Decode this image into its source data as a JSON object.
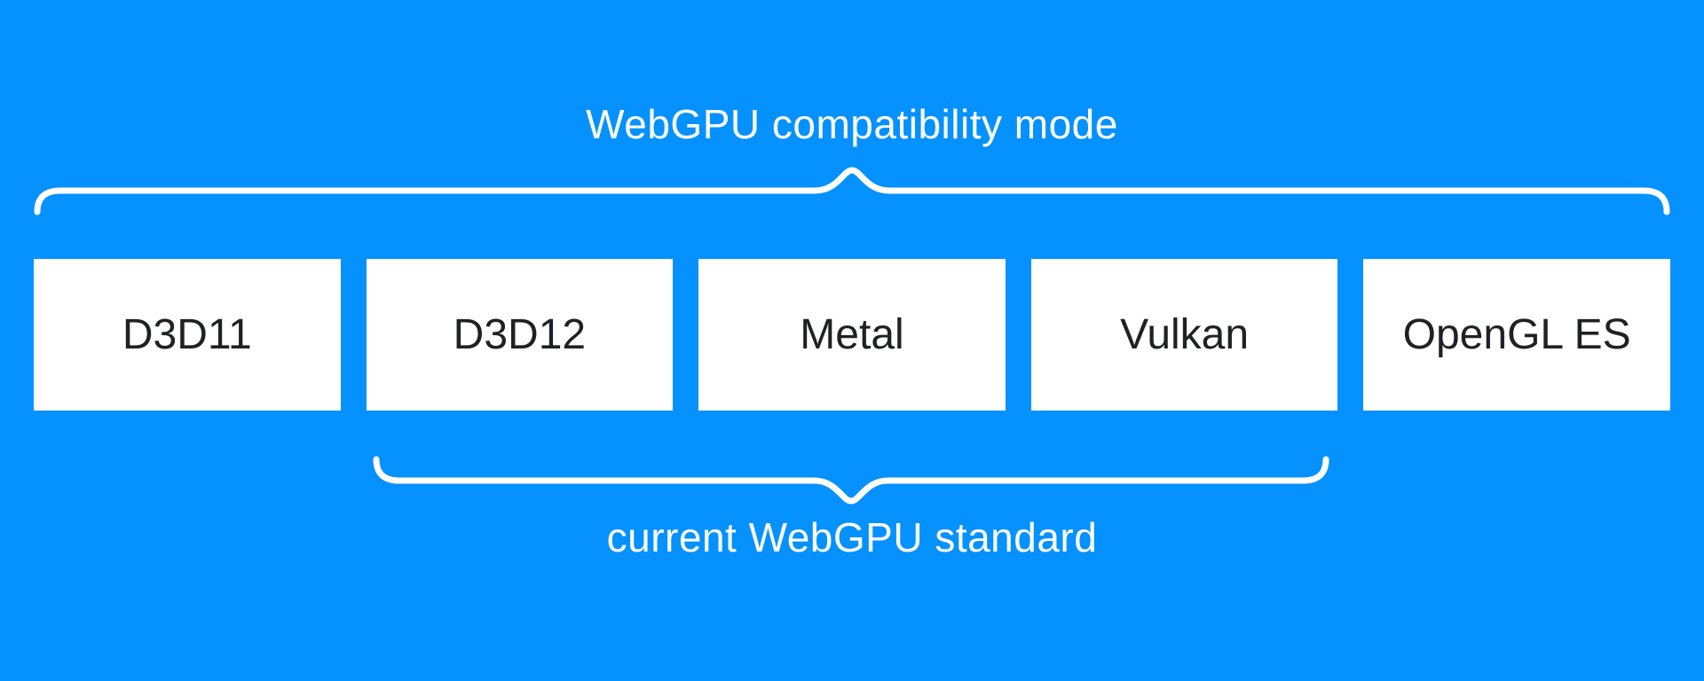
{
  "colors": {
    "background": "#0591fe",
    "box_background": "#ffffff",
    "box_text": "#202124",
    "brace": "#ffffff",
    "label_text": "#ffffff"
  },
  "top_group": {
    "label": "WebGPU compatibility mode",
    "members": [
      "D3D11",
      "D3D12",
      "Metal",
      "Vulkan",
      "OpenGL ES"
    ]
  },
  "bottom_group": {
    "label": "current WebGPU standard",
    "members": [
      "D3D12",
      "Metal",
      "Vulkan"
    ]
  },
  "boxes": [
    {
      "label": "D3D11"
    },
    {
      "label": "D3D12"
    },
    {
      "label": "Metal"
    },
    {
      "label": "Vulkan"
    },
    {
      "label": "OpenGL ES"
    }
  ]
}
